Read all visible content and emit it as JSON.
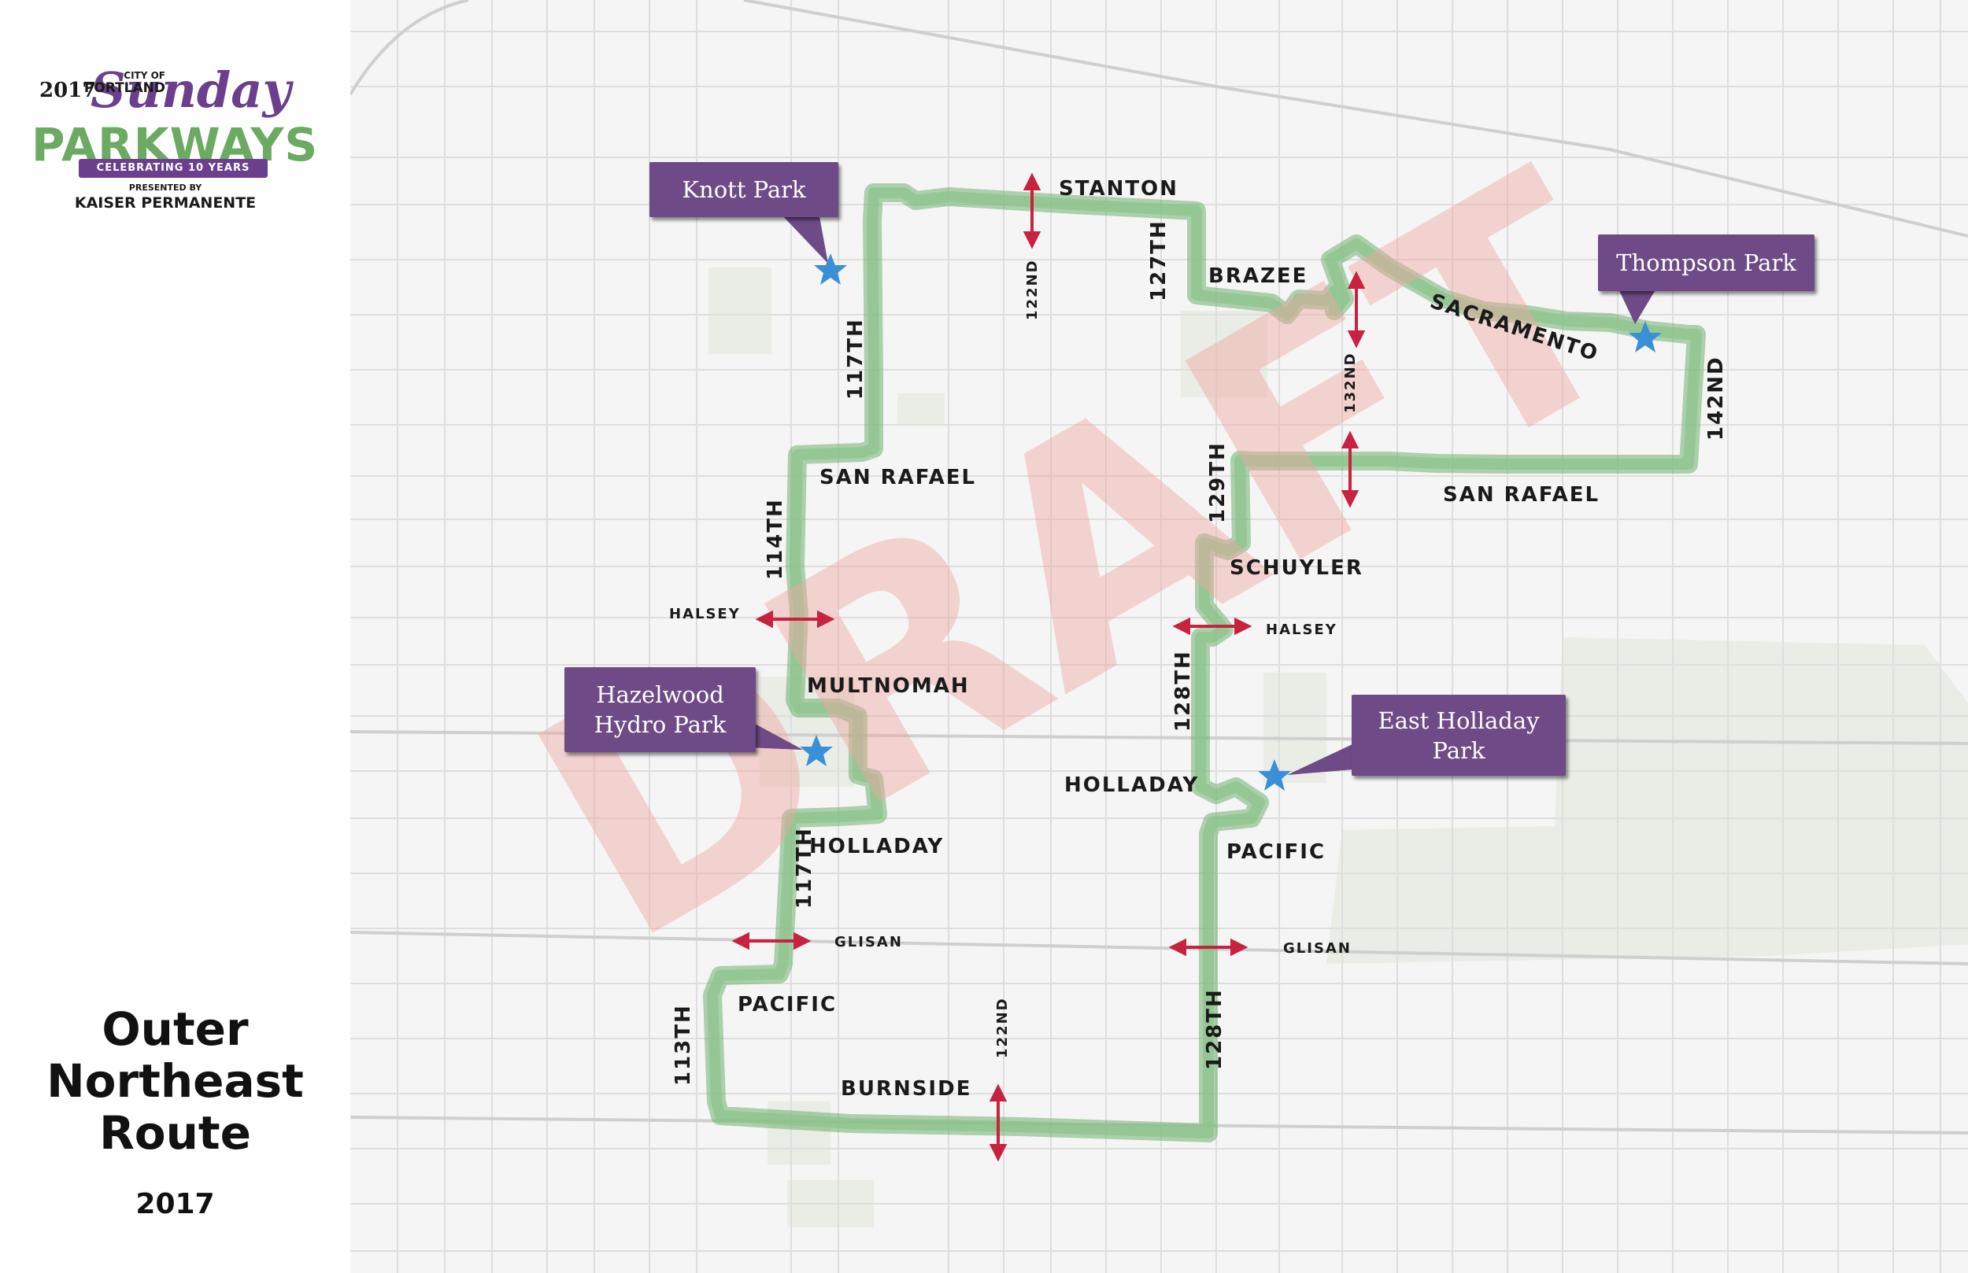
{
  "logo": {
    "year": "2017",
    "city_line1": "CITY OF",
    "city_line2": "PORTLAND",
    "script_word": "Sunday",
    "big_word": "PARKWAYS",
    "ribbon": "CELEBRATING 10 YEARS",
    "presented_by": "PRESENTED BY",
    "sponsor": "KAISER PERMANENTE"
  },
  "title": {
    "line1": "Outer",
    "line2": "Northeast",
    "line3": "Route",
    "year": "2017"
  },
  "watermark": "DRAFT",
  "parks": {
    "knott": "Knott Park",
    "thompson": "Thompson Park",
    "hazelwood_line1": "Hazelwood",
    "hazelwood_line2": "Hydro Park",
    "east_holladay_line1": "East Holladay",
    "east_holladay_line2": "Park"
  },
  "streets": {
    "stanton": "STANTON",
    "s122nd": "122ND",
    "s127th": "127TH",
    "brazee": "BRAZEE",
    "s132nd": "132ND",
    "sacramento": "SACRAMENTO",
    "s142nd": "142ND",
    "s117th": "117TH",
    "san_rafael": "SAN RAFAEL",
    "s114th": "114TH",
    "halsey": "HALSEY",
    "s129th": "129TH",
    "schuyler": "SCHUYLER",
    "multnomah": "MULTNOMAH",
    "s128th": "128TH",
    "holladay": "HOLLADAY",
    "pacific": "PACIFIC",
    "glisan": "GLISAN",
    "s113th": "113TH",
    "burnside": "BURNSIDE"
  },
  "colors": {
    "route": "#8cc48c",
    "route_edge": "#6fae70",
    "callout": "#6e4a86",
    "star": "#3a8fd6",
    "crossing": "#c7223f",
    "watermark": "#f0a8a0",
    "park_area": "#e8ece4",
    "street": "#dcdcdc"
  }
}
